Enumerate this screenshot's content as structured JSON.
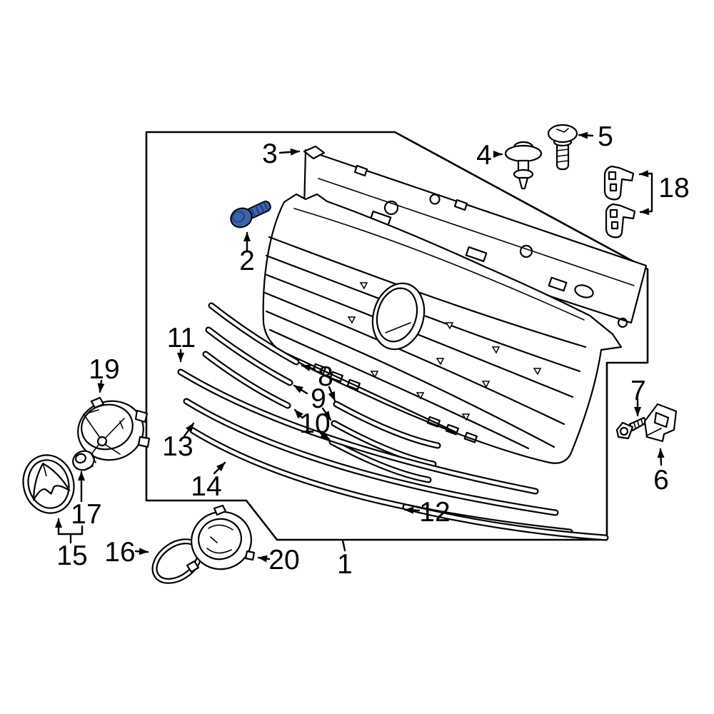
{
  "canvas": {
    "background": "#ffffff",
    "line_color": "#000000",
    "highlight_part_color": "#3e63ad"
  },
  "callouts": [
    {
      "num": "1"
    },
    {
      "num": "2"
    },
    {
      "num": "3"
    },
    {
      "num": "4"
    },
    {
      "num": "5"
    },
    {
      "num": "6"
    },
    {
      "num": "7"
    },
    {
      "num": "8"
    },
    {
      "num": "9"
    },
    {
      "num": "10"
    },
    {
      "num": "11"
    },
    {
      "num": "12"
    },
    {
      "num": "13"
    },
    {
      "num": "14"
    },
    {
      "num": "15"
    },
    {
      "num": "16"
    },
    {
      "num": "17"
    },
    {
      "num": "18"
    },
    {
      "num": "19"
    },
    {
      "num": "20"
    }
  ]
}
